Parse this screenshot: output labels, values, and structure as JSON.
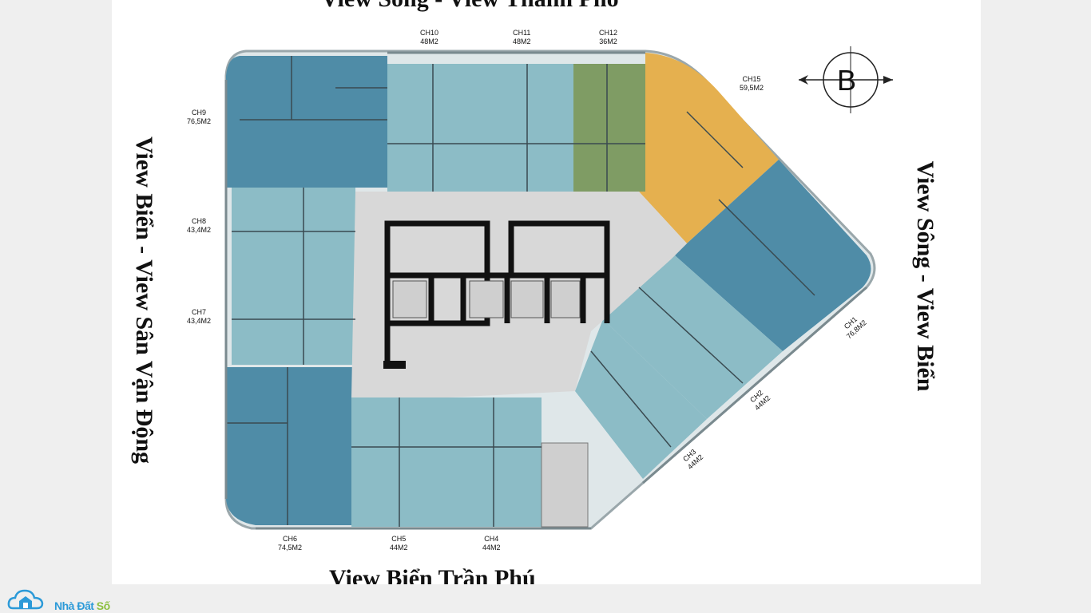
{
  "views": {
    "top": "View Sông - View Thành Phố",
    "bottom": "View Biển Trần Phú",
    "left": "View Biển - View Sân Vận Động",
    "right": "View Sông - View Biển"
  },
  "compass": {
    "letter": "B"
  },
  "units": [
    {
      "code": "CH1",
      "area": "76,8M2"
    },
    {
      "code": "CH2",
      "area": "44M2"
    },
    {
      "code": "CH3",
      "area": "44M2"
    },
    {
      "code": "CH4",
      "area": "44M2"
    },
    {
      "code": "CH5",
      "area": "44M2"
    },
    {
      "code": "CH6",
      "area": "74,5M2"
    },
    {
      "code": "CH7",
      "area": "43,4M2"
    },
    {
      "code": "CH8",
      "area": "43,4M2"
    },
    {
      "code": "CH9",
      "area": "76,5M2"
    },
    {
      "code": "CH10",
      "area": "48M2"
    },
    {
      "code": "CH11",
      "area": "48M2"
    },
    {
      "code": "CH12",
      "area": "36M2"
    },
    {
      "code": "CH15",
      "area": "59,5M2"
    }
  ],
  "colors": {
    "dark_blue": "#4f8ca7",
    "light_blue": "#8cbcc6",
    "green": "#7f9c64",
    "orange": "#e5b04f",
    "core": "#d8d8d8",
    "wall": "#111111"
  },
  "logo": {
    "brand_main": "Nhà Đất",
    "brand_accent": "Số"
  }
}
